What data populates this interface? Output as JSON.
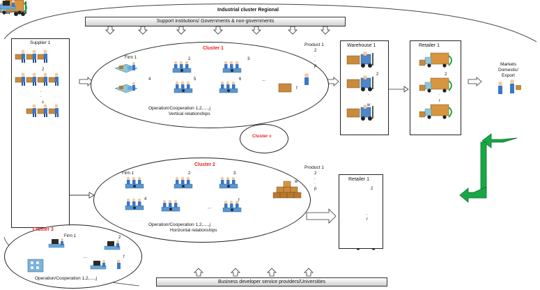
{
  "title": "Industrial cluster Regional",
  "support_banner": "Support institutions/ Governments & non-governments",
  "business_banner": "Business developer service providers/Universities",
  "supplier": {
    "label": "Supplier 1",
    "marks": [
      "2",
      ".",
      ".",
      "s"
    ]
  },
  "cluster1": {
    "name": "Cluster 1",
    "firm_label": "Firm 1",
    "firm_marks": [
      "2",
      "3",
      "4",
      "5",
      "6",
      "...",
      "f"
    ],
    "caption1": "Operation/Cooperation 1,2,....,j",
    "caption2": "Vertical relationships"
  },
  "product_top": {
    "label": "Product 1",
    "marks": [
      "2",
      ".",
      ".",
      "p"
    ]
  },
  "warehouse": {
    "label": "Warehouse 1",
    "marks": [
      "2",
      ".",
      "w"
    ]
  },
  "retailer_top": {
    "label": "Retailer 1",
    "marks": [
      "2",
      ".",
      "r"
    ]
  },
  "markets": {
    "line1": "Markets",
    "line2": "Domestic/",
    "line3": "Export"
  },
  "cluster_c": {
    "name": "Cluster c"
  },
  "cluster2": {
    "name": "Cluster 2",
    "firm_label": "Firm 1",
    "firm_marks": [
      "2",
      "3",
      "4",
      "...",
      "f"
    ],
    "caption1": "Operation/Cooperation 1,2,....,j",
    "caption2": "Horizontal  relationships"
  },
  "product_bottom": {
    "label": "Product 1",
    "marks": [
      "2",
      ".",
      ".",
      "p"
    ],
    "w_mark": "w"
  },
  "retailer_bottom": {
    "label": "Retailer 1",
    "marks": [
      "2",
      ".",
      "r"
    ]
  },
  "cluster3": {
    "name": "Cluster 3",
    "firm_label": "Firm 1",
    "firm_marks": [
      "2",
      "...",
      "f"
    ],
    "caption": "Operation/Cooperation 1,2,....,j"
  },
  "colors": {
    "cluster_title": "#e8231f",
    "green_arrow": "#17a845",
    "person_blue": "#3a77c8",
    "box_brown": "#b9792d"
  }
}
